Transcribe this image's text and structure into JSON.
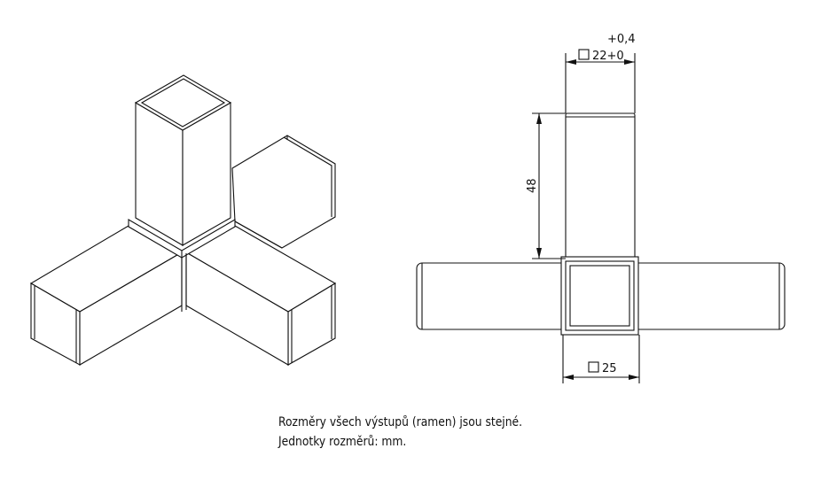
{
  "dimensions": {
    "tolerance_upper": "+0,4",
    "inner_square": "22+0",
    "height": "48",
    "outer_square": "25"
  },
  "notes": {
    "line1": "Rozměry všech výstupů (ramen) jsou stejné.",
    "line2": "Jednotky rozměrů: mm."
  }
}
